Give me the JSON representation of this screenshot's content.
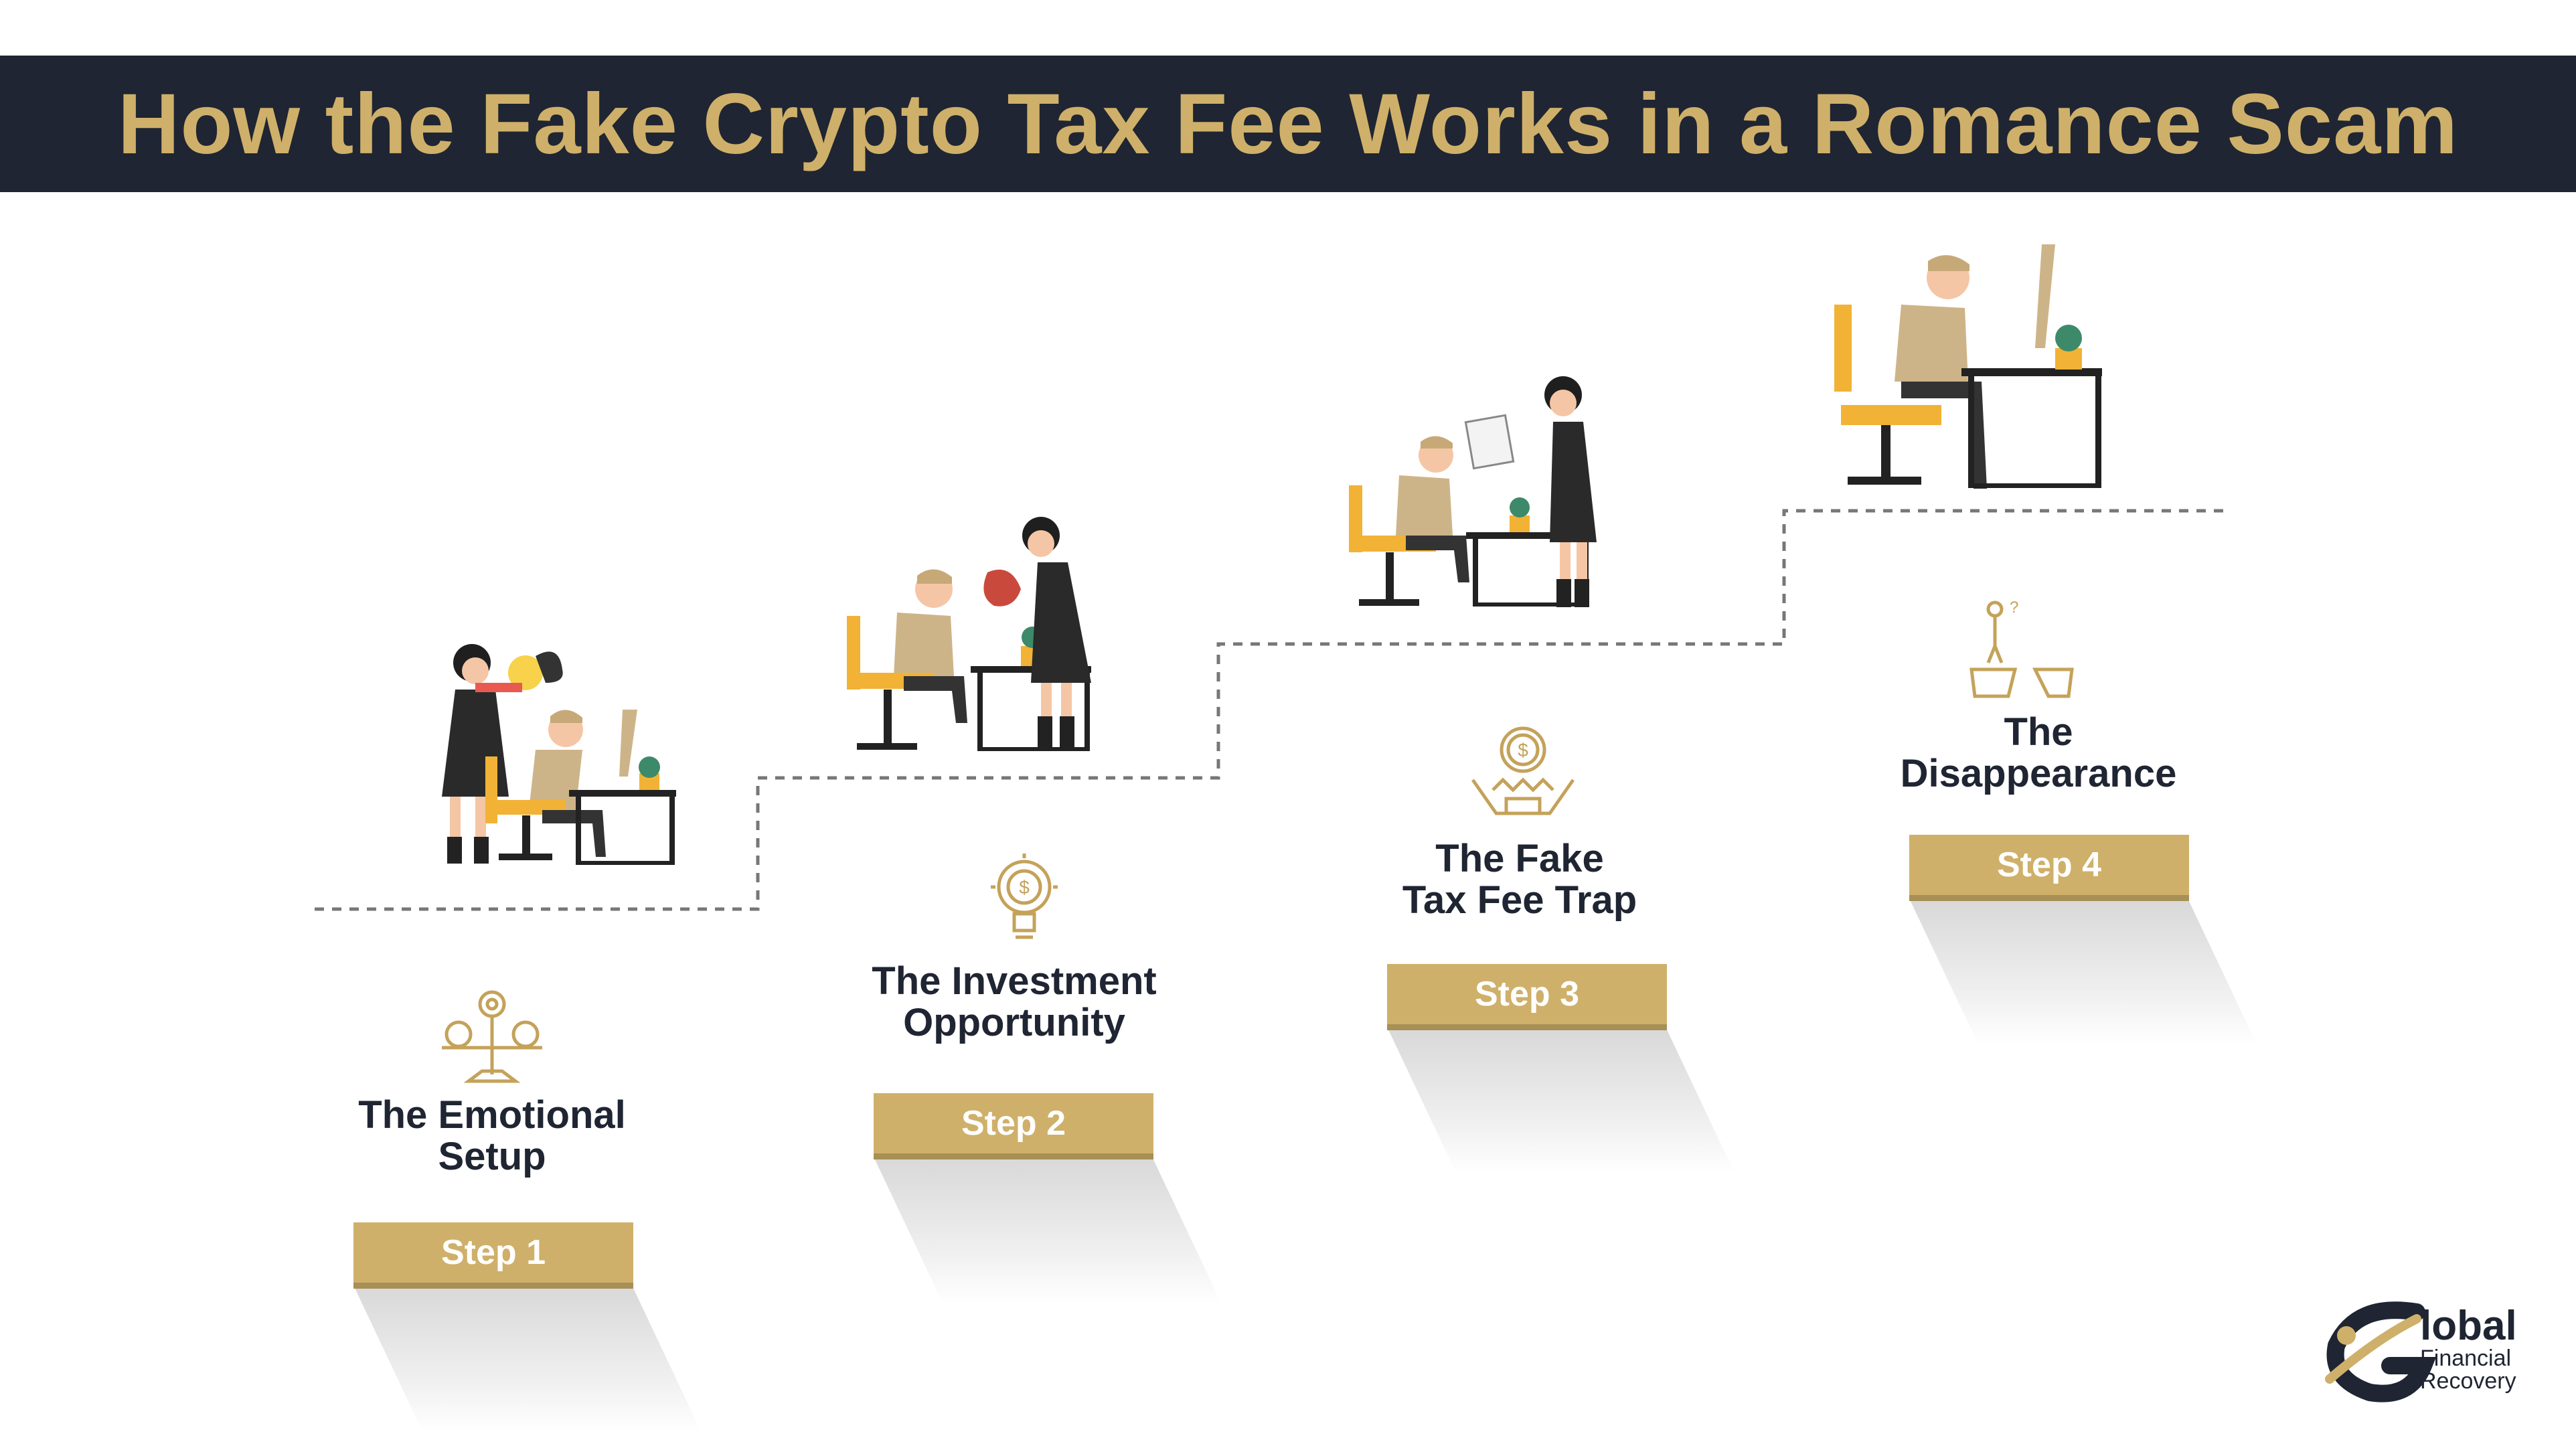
{
  "header": {
    "title": "How the Fake Crypto Tax Fee Works in a Romance Scam"
  },
  "steps": [
    {
      "badge": "Step 1",
      "title_line1": "The Emotional",
      "title_line2": "Setup",
      "icon": "emotion-balance-icon"
    },
    {
      "badge": "Step 2",
      "title_line1": "The Investment",
      "title_line2": "Opportunity",
      "icon": "idea-dollar-bulb-icon"
    },
    {
      "badge": "Step 3",
      "title_line1": "The Fake",
      "title_line2": "Tax Fee Trap",
      "icon": "money-trap-icon"
    },
    {
      "badge": "Step 4",
      "title_line1": "The",
      "title_line2": "Disappearance",
      "icon": "cliff-gap-icon"
    }
  ],
  "logo": {
    "line1": "lobal",
    "line2": "Financial",
    "line3": "Recovery"
  },
  "colors": {
    "banner": "#1f2532",
    "gold": "#cfb06a",
    "gold_dark": "#a88f55",
    "text": "#1f2532"
  }
}
